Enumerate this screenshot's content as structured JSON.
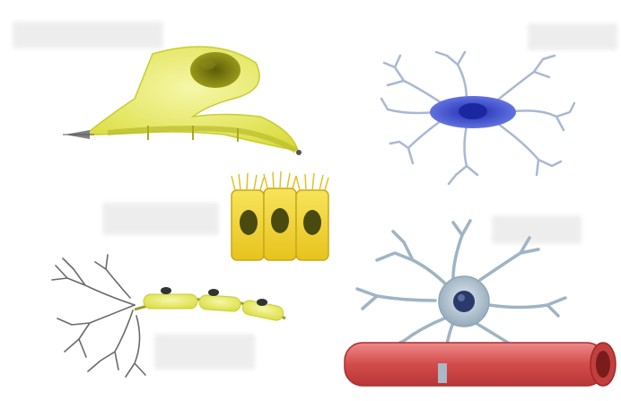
{
  "title": "",
  "labels": [
    {
      "id": "label-top-left",
      "text": ""
    },
    {
      "id": "label-top-right",
      "text": ""
    },
    {
      "id": "label-middle-left",
      "text": ""
    },
    {
      "id": "label-middle-right",
      "text": ""
    },
    {
      "id": "label-bottom-middle",
      "text": ""
    }
  ],
  "colors": {
    "schwann_yellow": "#e8ea6a",
    "schwann_nucleus": "#7a7a10",
    "astrocyte_blue": "#3a4fd0",
    "oligodendrocyte_grey": "#9fb4c4",
    "epithelial_yellow": "#f0d83a",
    "vessel_red": "#d65555",
    "neuron_dark": "#555555"
  },
  "icons": {
    "cell_top_left": "schwann-cell-icon",
    "cell_top_right": "microglia-icon",
    "cell_center": "ependymal-cells-icon",
    "cell_bottom_left": "myelinated-neuron-icon",
    "cell_bottom_right": "astrocyte-blood-vessel-icon"
  }
}
